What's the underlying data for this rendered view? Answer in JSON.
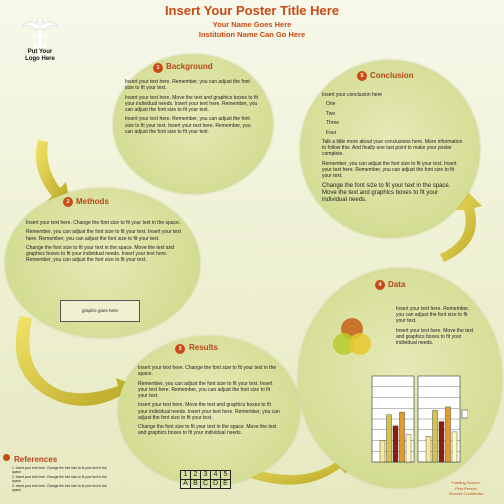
{
  "header": {
    "title": "Insert Your Poster Title Here",
    "name": "Your Name Goes Here",
    "institution": "Institution Name Can Go Here"
  },
  "logo": {
    "line1": "Put Your",
    "line2": "Logo Here"
  },
  "background": {
    "num": "1",
    "title": "Background",
    "p1": "Insert your text here. Remember, you can adjust the font size to fit your text.",
    "p2": "Insert your text here. Move the text and graphics boxes to fit your individual needs. Insert your text here. Remember, you can adjust the font size to fit your text.",
    "p3": "Insert your text here. Remember, you can adjust the font size to fit your text. Insert your text here. Remember, you can adjust the font size to fit your text."
  },
  "methods": {
    "num": "2",
    "title": "Methods",
    "p1": "Insert your text here. Change the font size to fit your text in the space.",
    "p2": "Remember, you can adjust the font size to fit your text. Insert your text here. Remember, you can adjust the font size to fit your text.",
    "p3": "Change the font size to fit your text in the space. Move the text and graphics boxes to fit your individual needs. Insert your text here. Remember, you can adjust the font size to fit your text.",
    "graphic": "graphic goes here"
  },
  "results": {
    "num": "3",
    "title": "Results",
    "p1": "Insert your text here. Change the font size to fit your text in the space.",
    "p2": "Remember, you can adjust the font size to fit your text. Insert your text here. Remember, you can adjust the font size to fit your text.",
    "p3": "Insert your text here. Move the text and graphics boxes to fit your individual needs. Insert your text here. Remember, you can adjust the font size to fit your text.",
    "p4": "Change the font size to fit your text in the space. Move the text and graphics boxes to fit your individual needs.",
    "table_row1": [
      "1",
      "2",
      "3",
      "4",
      "5"
    ],
    "table_row2": [
      "A",
      "B",
      "C",
      "D",
      "E"
    ]
  },
  "data_section": {
    "num": "4",
    "title": "Data",
    "p1": "Insert your text here. Remember, you can adjust the font size to fit your text.",
    "p2": "Insert your text here. Move the text and graphics boxes to fit your individual needs."
  },
  "conclusion": {
    "num": "5",
    "title": "Conclusion",
    "intro": "Insert your conclusion here",
    "items": [
      "One",
      "Two",
      "Three",
      "Four"
    ],
    "p1": "Talk a little more about your conclusions here. More information to follow this. And finally one last point to make your poster complete.",
    "p2": "Remember, you can adjust the font size to fit your text. Insert your text here. Remember, you can adjust the font size to fit your text.",
    "p3": "Change the font size to fit your text in the space. Move the text and graphics boxes to fit your individual needs."
  },
  "references": {
    "title": "References",
    "items": [
      "Insert your text here. Change the font size to fit your text in the space.",
      "Insert your text here. Change the font size to fit your text in the space.",
      "Insert your text here. Change the font size to fit your text in the space."
    ]
  },
  "funding": {
    "label": "Funding Source:",
    "line1": "First Person",
    "line2": "Second Contributor"
  },
  "chart_data": {
    "type": "bar",
    "title": "",
    "xlabel": "",
    "ylabel": "",
    "ylim": [
      0,
      1
    ],
    "groups": 2,
    "series": [
      {
        "values": [
          0.25,
          0.3
        ],
        "color": "#f5e6a0"
      },
      {
        "values": [
          0.55,
          0.6
        ],
        "color": "#d4c24a"
      },
      {
        "values": [
          0.42,
          0.47
        ],
        "color": "#8a1f10"
      },
      {
        "values": [
          0.58,
          0.64
        ],
        "color": "#e39a24"
      },
      {
        "values": [
          0.32,
          0.35
        ],
        "color": "#fff6c8"
      }
    ]
  },
  "colors": {
    "accent": "#c84a14",
    "circle": "#d4dd94",
    "arrow": "#e8d24a"
  }
}
